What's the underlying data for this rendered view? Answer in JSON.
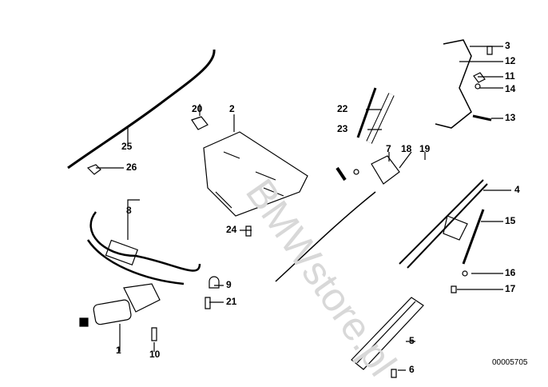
{
  "diagram": {
    "watermark": "BMWstore.pl",
    "drawing_number": "00005705",
    "part_labels": [
      "1",
      "2",
      "3",
      "4",
      "5",
      "6",
      "7",
      "8",
      "9",
      "10",
      "11",
      "12",
      "13",
      "14",
      "15",
      "16",
      "17",
      "18",
      "19",
      "20",
      "21",
      "22",
      "23",
      "24",
      "25",
      "26"
    ]
  }
}
